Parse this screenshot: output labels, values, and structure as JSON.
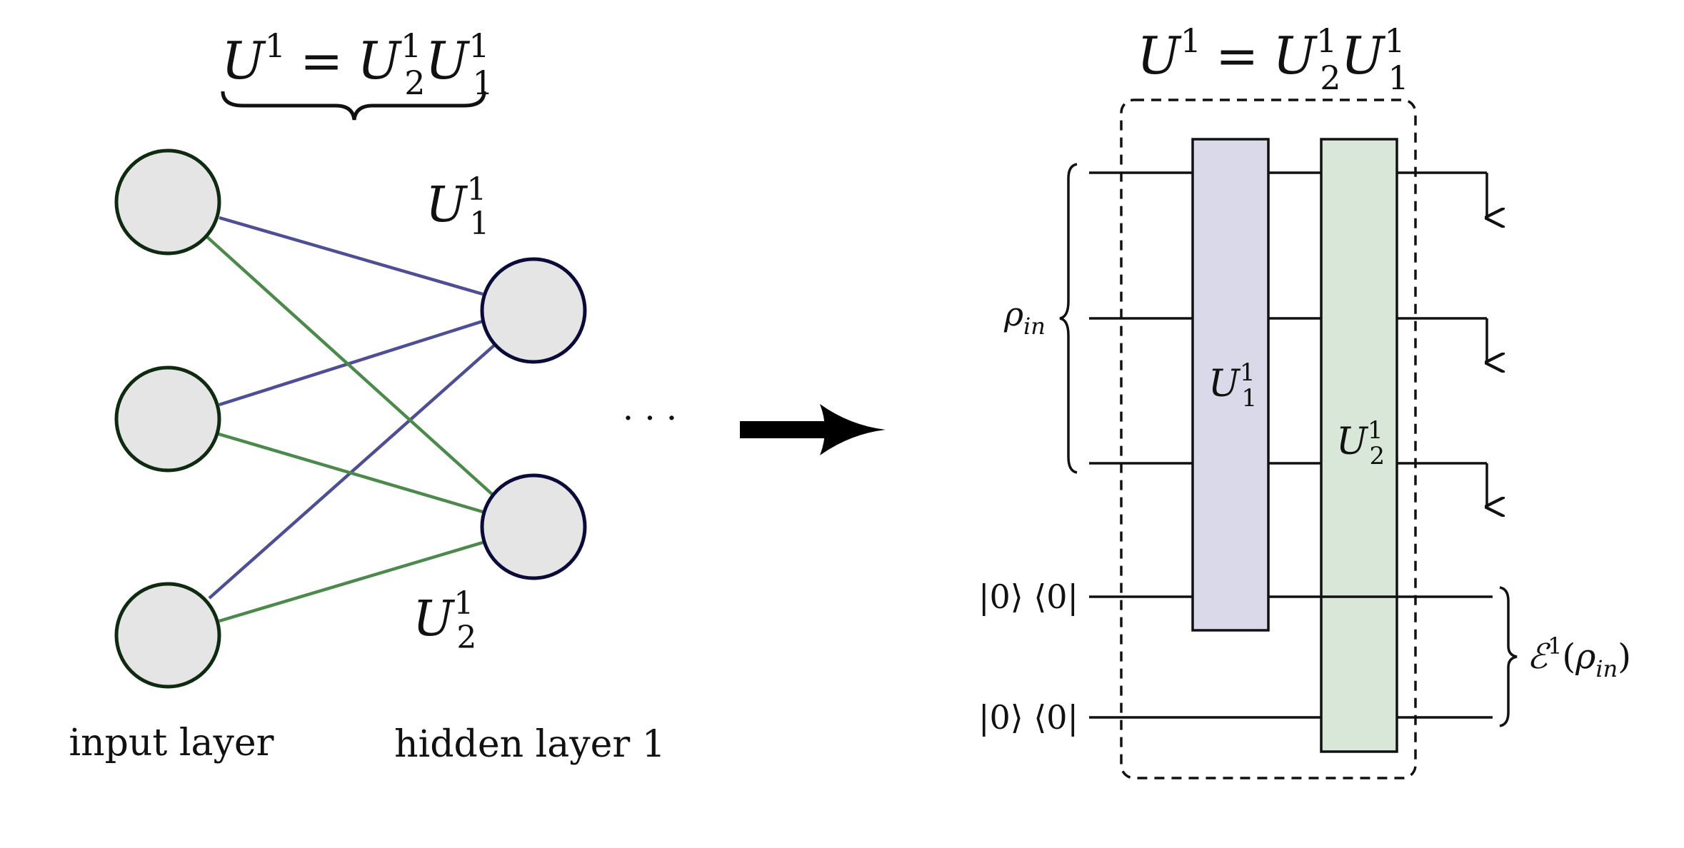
{
  "left_diagram": {
    "formula": {
      "lhs": "U",
      "lhs_sup": "1",
      "eq": "=",
      "t1": "U",
      "t1_sub": "2",
      "t1_sup": "1",
      "t2": "U",
      "t2_sub": "1",
      "t2_sup": "1"
    },
    "label_u1": {
      "base": "U",
      "sub": "1",
      "sup": "1"
    },
    "label_u2": {
      "base": "U",
      "sub": "2",
      "sup": "1"
    },
    "input_layer_label": "input layer",
    "hidden_layer_label": "hidden layer 1",
    "ellipsis": "· · ·",
    "colors": {
      "node_fill": "#e5e5e5",
      "input_stroke": "#0e2a10",
      "hidden_stroke": "#0b0b3a",
      "u1_edge": "#4e4e94",
      "u2_edge": "#4b8a4b"
    }
  },
  "right_diagram": {
    "formula": {
      "lhs": "U",
      "lhs_sup": "1",
      "eq": "=",
      "t1": "U",
      "t1_sub": "2",
      "t1_sup": "1",
      "t2": "U",
      "t2_sub": "1",
      "t2_sup": "1"
    },
    "rho_in": {
      "base": "ρ",
      "sub": "in"
    },
    "ancilla_1": "|0⟩ ⟨0|",
    "ancilla_2": "|0⟩ ⟨0|",
    "gate_u1": {
      "base": "U",
      "sub": "1",
      "sup": "1"
    },
    "gate_u2": {
      "base": "U",
      "sub": "2",
      "sup": "1"
    },
    "output": {
      "base": "ℰ",
      "sup": "1",
      "open": "(",
      "arg": "ρ",
      "arg_sub": "in",
      "close": ")"
    },
    "colors": {
      "u1_fill": "#d9d9e9",
      "u2_fill": "#d8e7d8",
      "line": "#111111"
    }
  }
}
